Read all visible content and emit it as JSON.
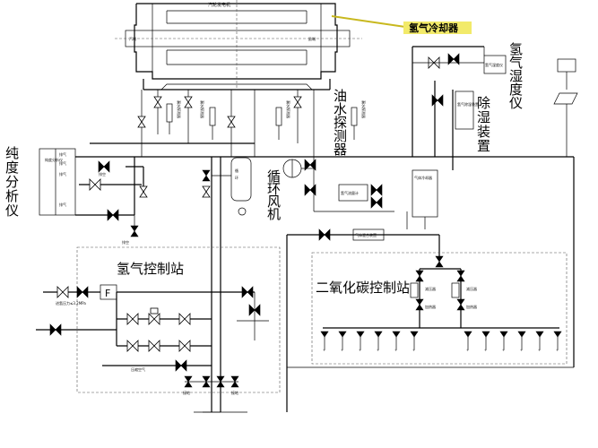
{
  "generator": {
    "title": "汽轮发电机",
    "left_end": "汽端",
    "right_end": "励端"
  },
  "labels": {
    "hydrogen_cooler": "氢气冷却器",
    "hydrogen_humidity_meter": "氢气湿度仪",
    "dehumidifier": "除湿装置",
    "oil_water_detector": "油水探测器",
    "purity_analyzer": "纯度分析仪",
    "circulating_fan": "循环风机",
    "hydrogen_control_station": "氢气控制站",
    "co2_control_station": "二氧化碳控制站"
  },
  "small_labels": {
    "leak_detector": "漏水探测器",
    "purity_box": "纯度分析仪",
    "hydrogen_flow": "氢气流量计",
    "humidity_box": "氢气湿度仪",
    "dehumid_box": "氢气除湿装置",
    "gas_cooler": "气体冷却器",
    "filter": "过滤器",
    "reducer": "减压器",
    "pressure_note": "进氢压力≤3.2MPa",
    "compressed_air": "压缩空气",
    "ground": "接地",
    "vent": "排空",
    "heater": "加热器",
    "f_box": "F",
    "sample_in": "取样",
    "gas_mixer": "气体混合装置",
    "exhaust": "排气"
  },
  "colors": {
    "cooler_highlight": "#f2ea6a",
    "line": "#000000"
  }
}
